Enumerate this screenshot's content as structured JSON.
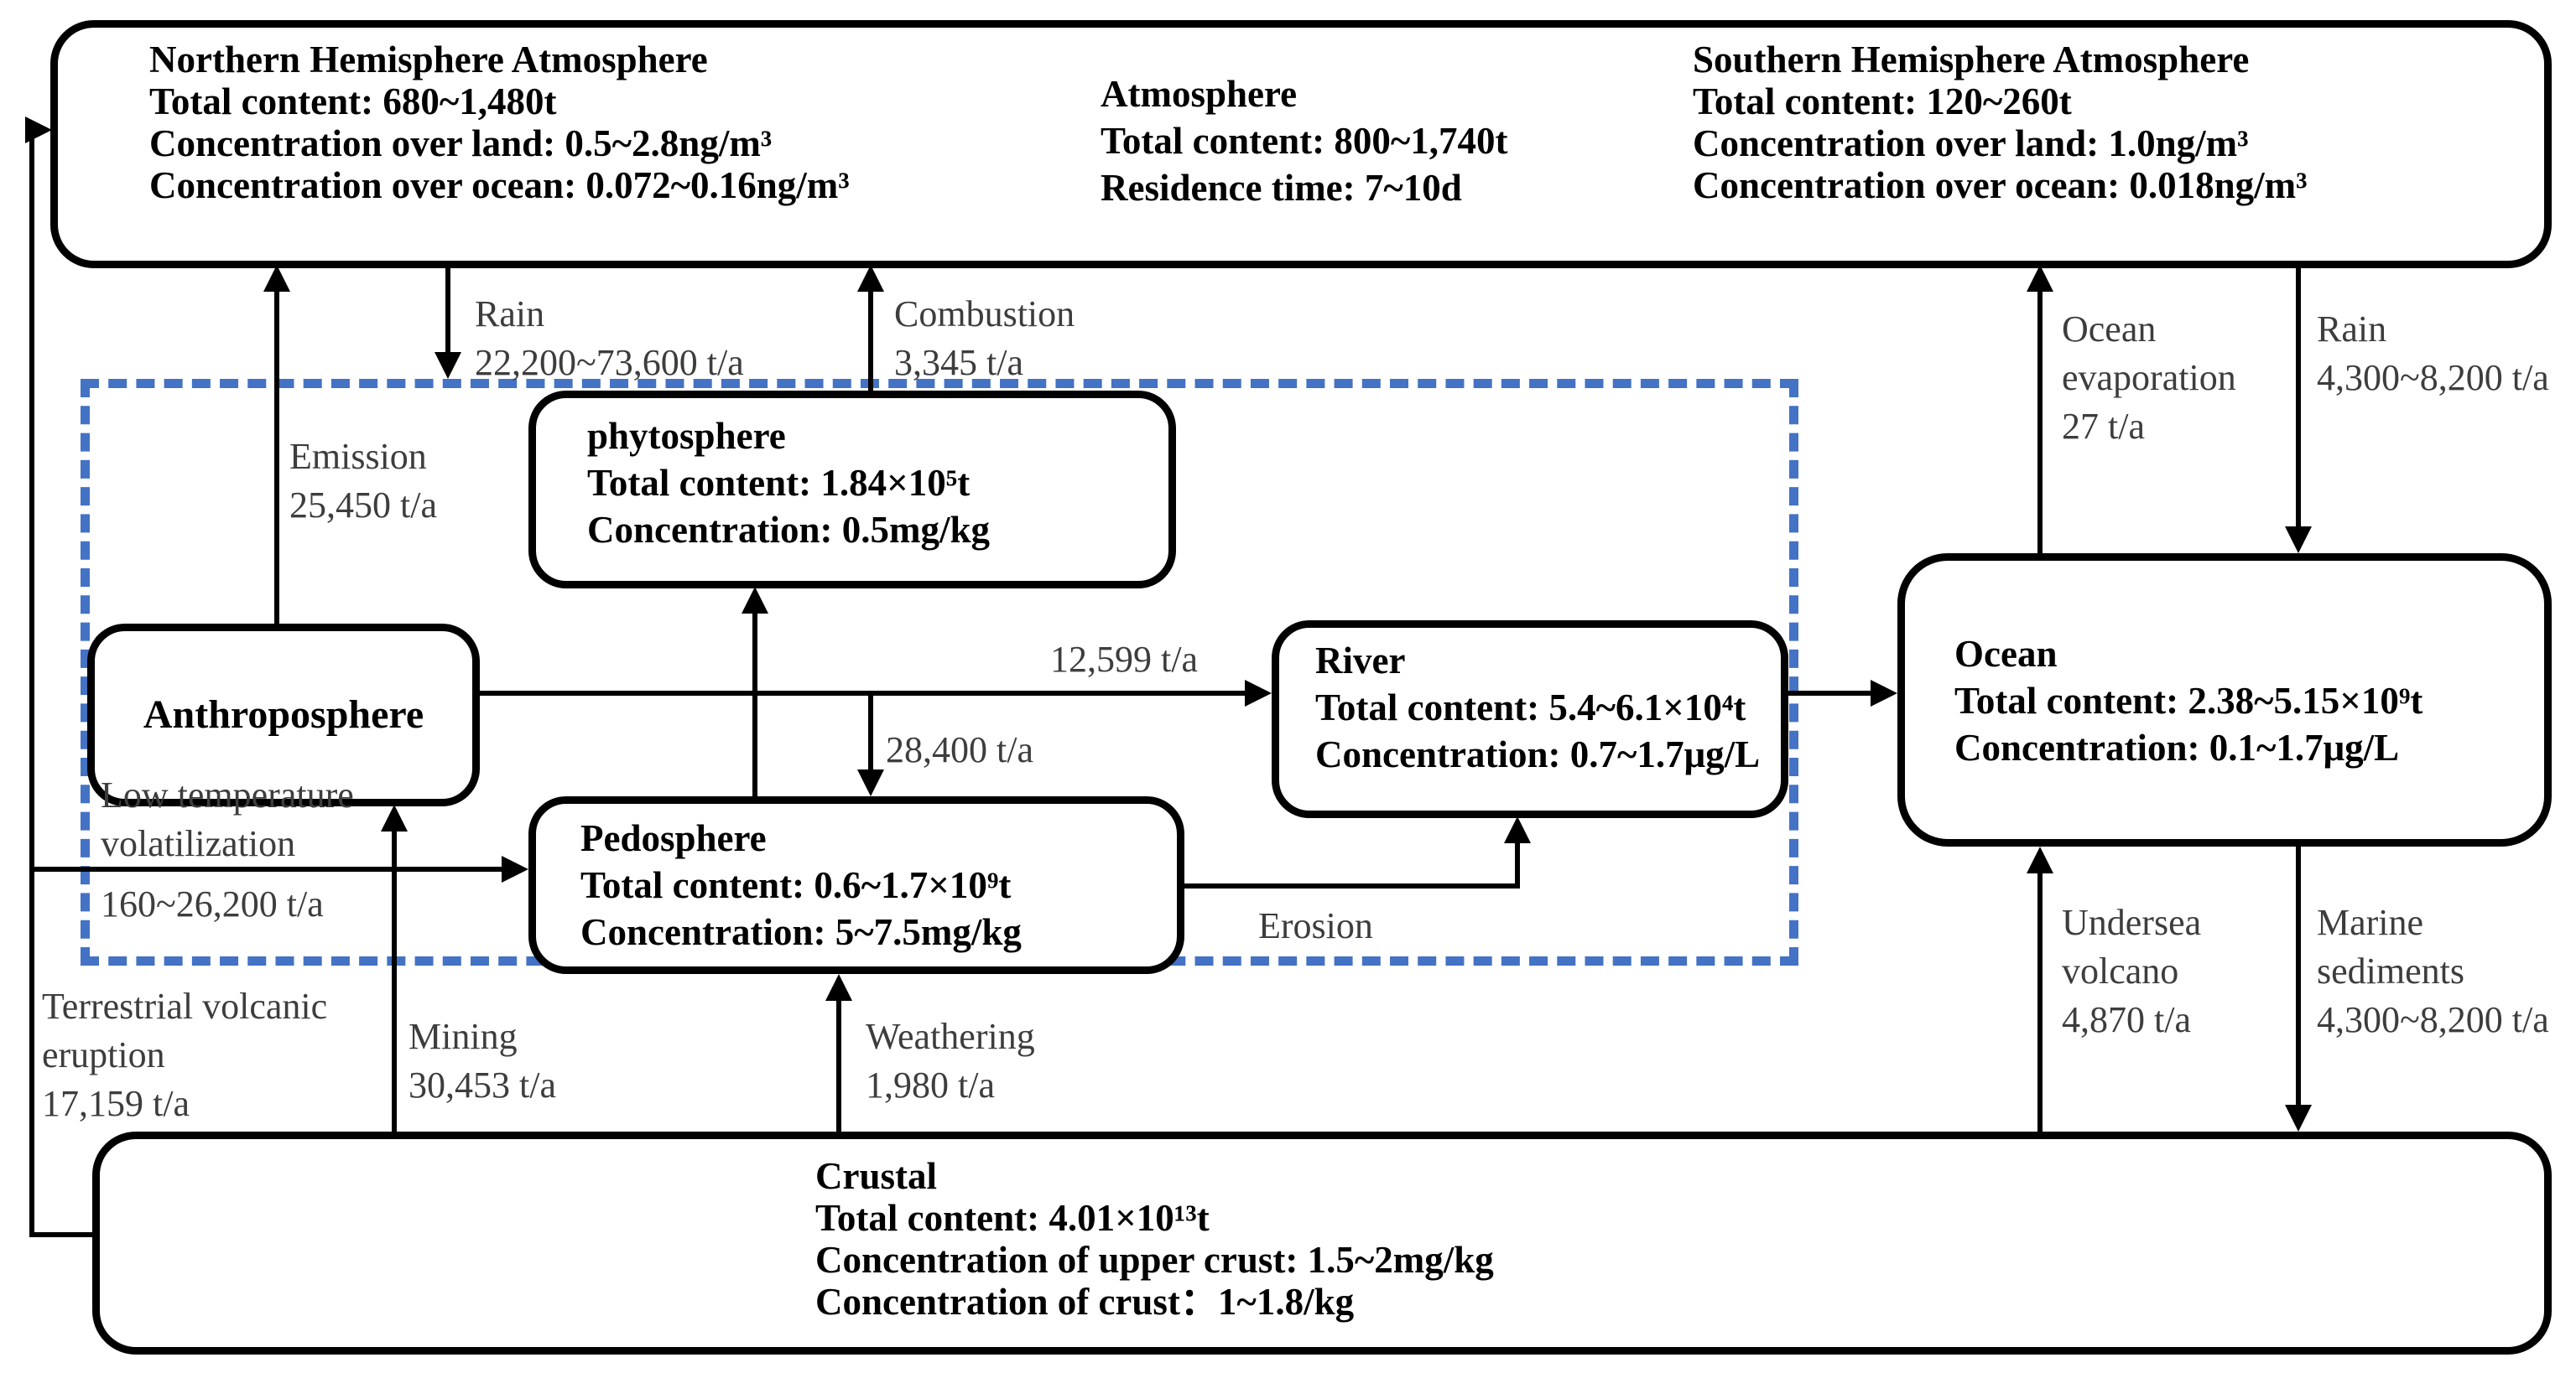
{
  "colors": {
    "line": "#000000",
    "label_text": "#3d3d3d",
    "box_text": "#000000",
    "dashed_box": "#4472c4",
    "background": "#ffffff"
  },
  "boxes": {
    "atmosphere": {
      "north": {
        "title": "Northern Hemisphere Atmosphere",
        "lines": [
          "Total content: 680~1,480t",
          "Concentration over land: 0.5~2.8ng/m³",
          "Concentration over ocean: 0.072~0.16ng/m³"
        ]
      },
      "center": {
        "title": "Atmosphere",
        "lines": [
          "Total content: 800~1,740t",
          "Residence time: 7~10d"
        ]
      },
      "south": {
        "title": "Southern Hemisphere Atmosphere",
        "lines": [
          "Total content: 120~260t",
          "Concentration over land: 1.0ng/m³",
          "Concentration over ocean: 0.018ng/m³"
        ]
      }
    },
    "phytosphere": {
      "title": "phytosphere",
      "lines": [
        "Total content: 1.84×10⁵t",
        "Concentration: 0.5mg/kg"
      ]
    },
    "anthroposphere": {
      "title": "Anthroposphere"
    },
    "pedosphere": {
      "title": "Pedosphere",
      "lines": [
        "Total content: 0.6~1.7×10⁹t",
        "Concentration: 5~7.5mg/kg"
      ]
    },
    "river": {
      "title": "River",
      "lines": [
        "Total content: 5.4~6.1×10⁴t",
        "Concentration: 0.7~1.7μg/L"
      ]
    },
    "ocean": {
      "title": "Ocean",
      "lines": [
        "Total content: 2.38~5.15×10⁹t",
        "Concentration: 0.1~1.7μg/L"
      ]
    },
    "crustal": {
      "title": "Crustal",
      "lines": [
        "Total content: 4.01×10¹³t",
        "Concentration of upper crust: 1.5~2mg/kg",
        "Concentration of crust：1~1.8/kg"
      ]
    }
  },
  "fluxes": {
    "rain_north": {
      "label": "Rain",
      "value": "22,200~73,600 t/a"
    },
    "combustion": {
      "label": "Combustion",
      "value": "3,345 t/a"
    },
    "emission": {
      "label": "Emission",
      "value": "25,450 t/a"
    },
    "anthroposphere_to_river": {
      "value": "12,599 t/a"
    },
    "to_pedosphere": {
      "value": "28,400 t/a"
    },
    "low_temperature_volatilization": {
      "label_line1": "Low temperature",
      "label_line2": "volatilization",
      "value": "160~26,200 t/a"
    },
    "terrestrial_volcanic_eruption": {
      "label_line1": "Terrestrial volcanic",
      "label_line2": "eruption",
      "value": "17,159 t/a"
    },
    "mining": {
      "label": "Mining",
      "value": "30,453 t/a"
    },
    "weathering": {
      "label": "Weathering",
      "value": "1,980 t/a"
    },
    "erosion": {
      "label": "Erosion"
    },
    "ocean_evaporation": {
      "label_line1": "Ocean",
      "label_line2": "evaporation",
      "value": "27 t/a"
    },
    "rain_south": {
      "label": "Rain",
      "value": "4,300~8,200 t/a"
    },
    "undersea_volcano": {
      "label_line1": "Undersea",
      "label_line2": "volcano",
      "value": "4,870 t/a"
    },
    "marine_sediments": {
      "label_line1": "Marine",
      "label_line2": "sediments",
      "value": "4,300~8,200 t/a"
    }
  }
}
